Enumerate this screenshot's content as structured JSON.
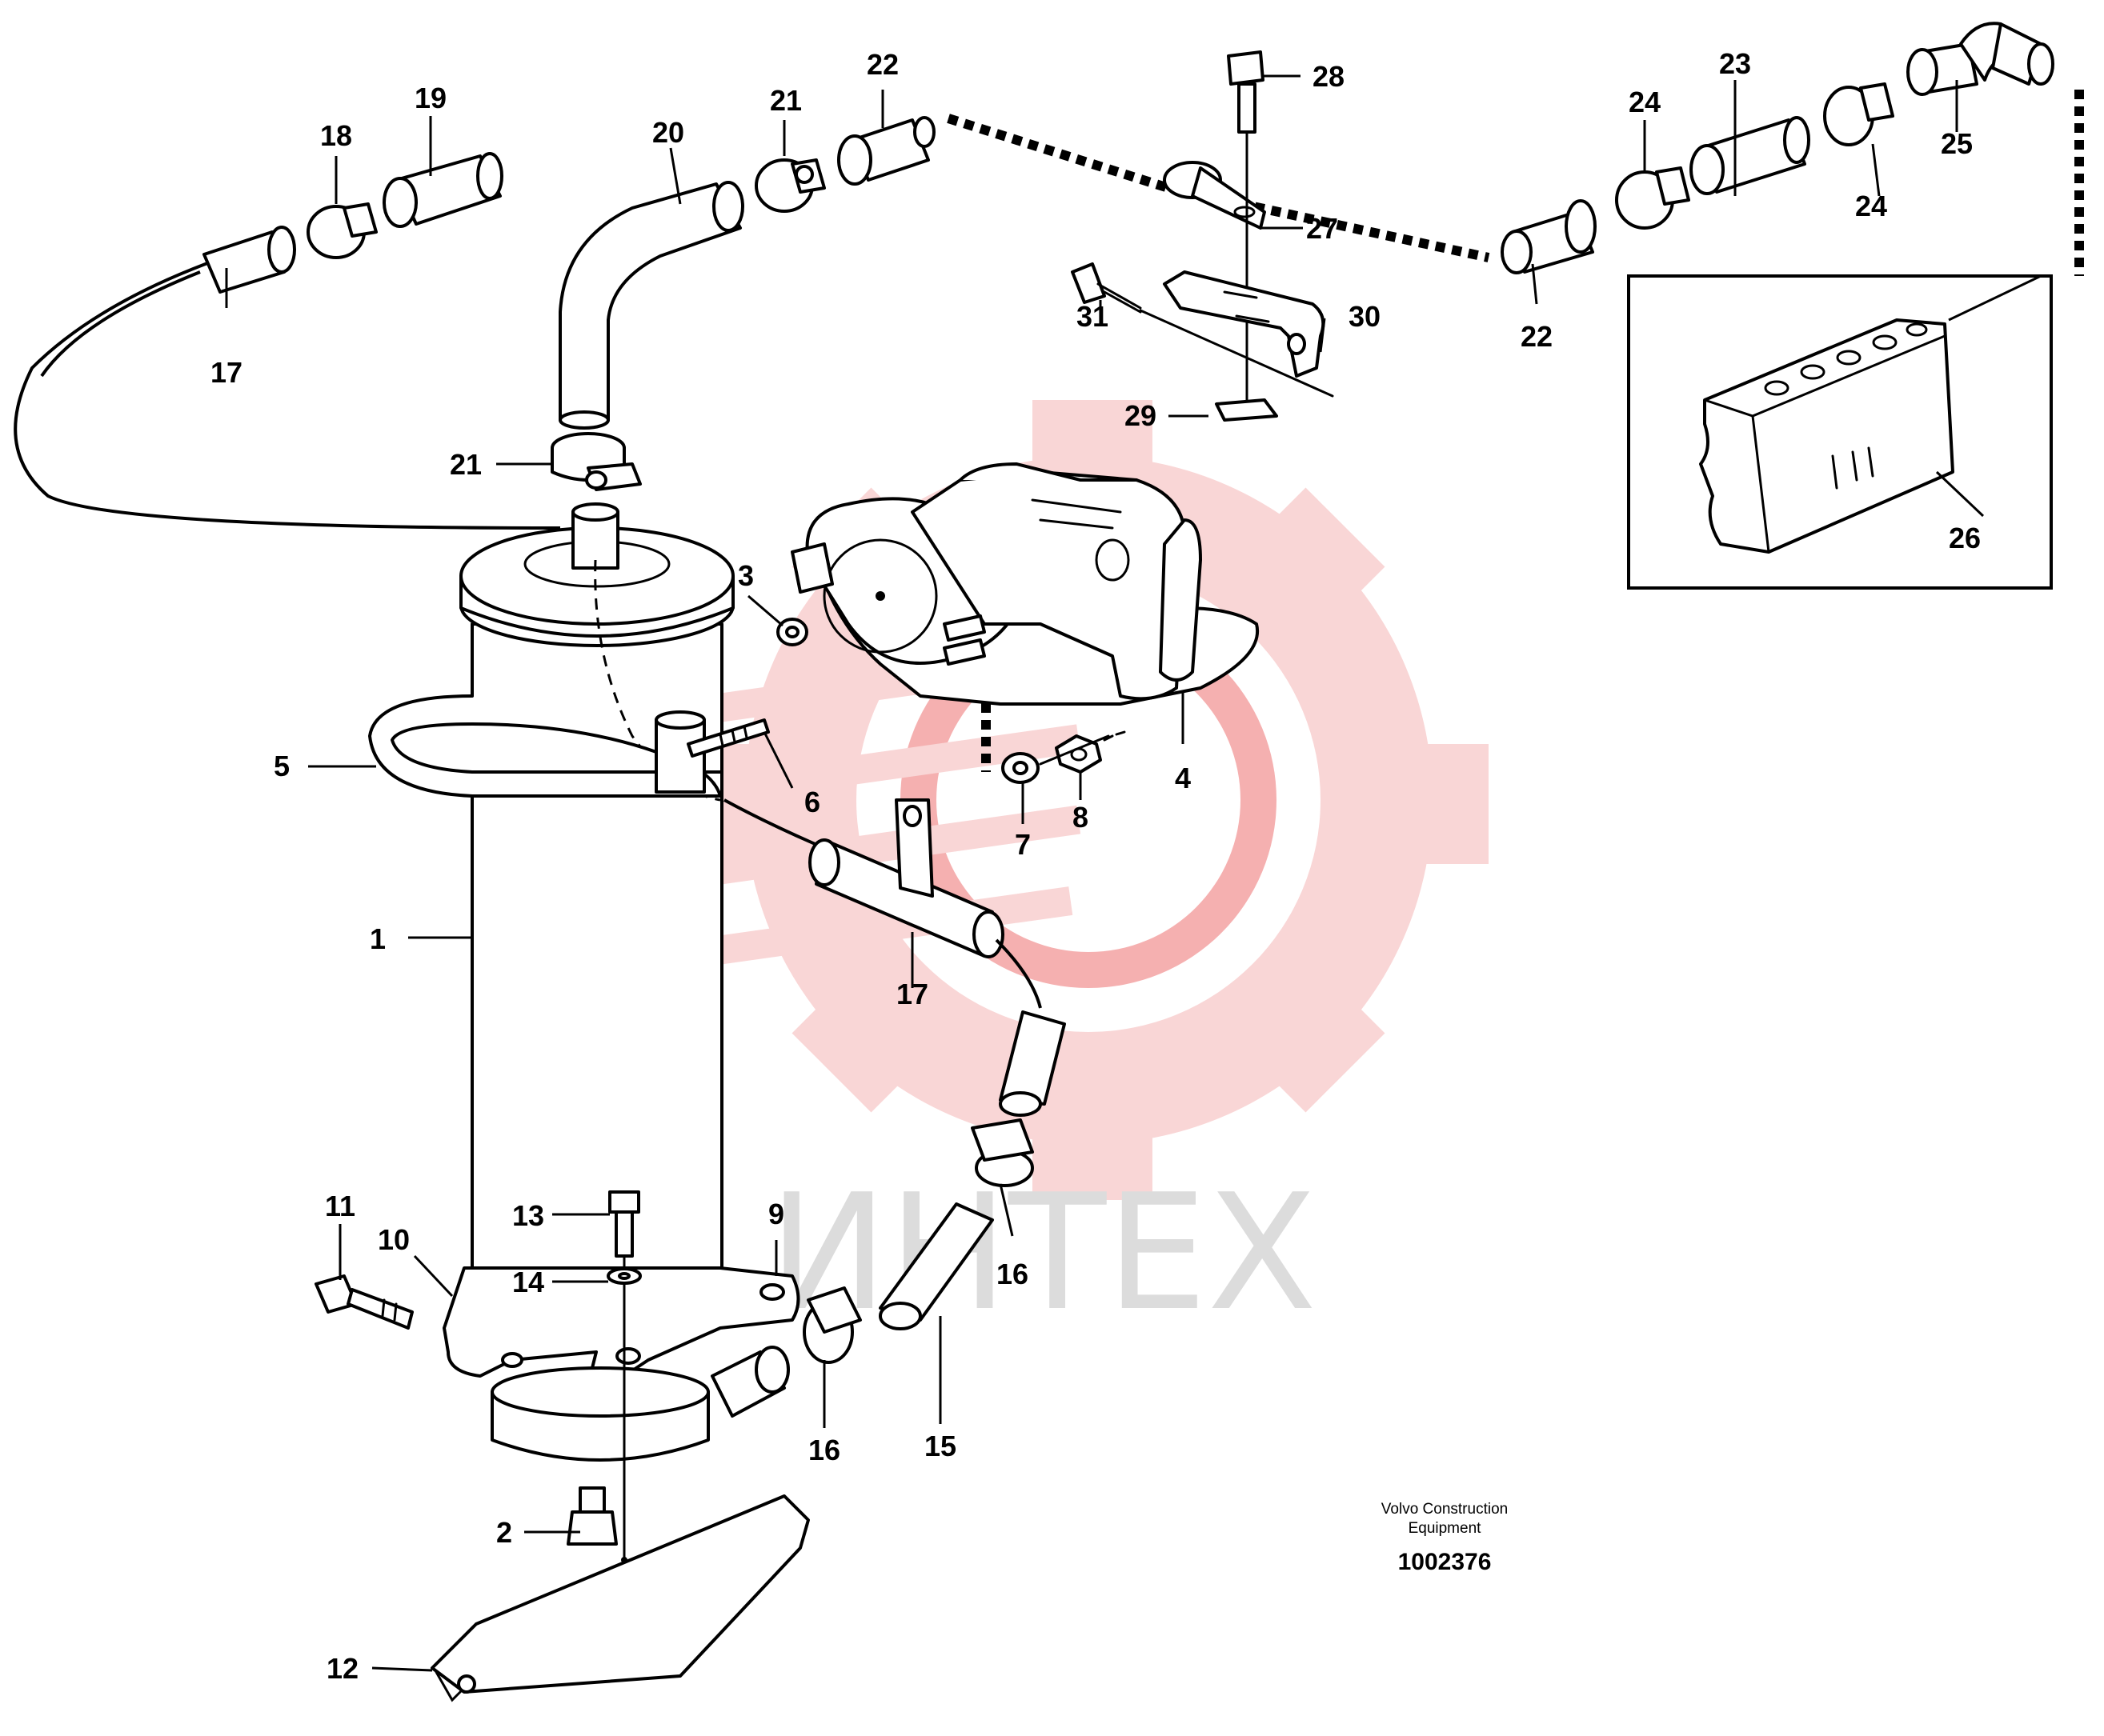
{
  "watermark": {
    "text": "ИНТЕХ",
    "gear_color": "#f9d6d6",
    "text_color": "#dcdcdc"
  },
  "caption": {
    "line1": "Volvo Construction",
    "line2": "Equipment",
    "doc_number": "1002376"
  },
  "callouts": [
    {
      "id": "1",
      "label": "1"
    },
    {
      "id": "2",
      "label": "2"
    },
    {
      "id": "3",
      "label": "3"
    },
    {
      "id": "4",
      "label": "4"
    },
    {
      "id": "5",
      "label": "5"
    },
    {
      "id": "6",
      "label": "6"
    },
    {
      "id": "7",
      "label": "7"
    },
    {
      "id": "8",
      "label": "8"
    },
    {
      "id": "9",
      "label": "9"
    },
    {
      "id": "10",
      "label": "10"
    },
    {
      "id": "11",
      "label": "11"
    },
    {
      "id": "12",
      "label": "12"
    },
    {
      "id": "13",
      "label": "13"
    },
    {
      "id": "14",
      "label": "14"
    },
    {
      "id": "15",
      "label": "15"
    },
    {
      "id": "16a",
      "label": "16"
    },
    {
      "id": "16b",
      "label": "16"
    },
    {
      "id": "17a",
      "label": "17"
    },
    {
      "id": "17b",
      "label": "17"
    },
    {
      "id": "18",
      "label": "18"
    },
    {
      "id": "19",
      "label": "19"
    },
    {
      "id": "20",
      "label": "20"
    },
    {
      "id": "21a",
      "label": "21"
    },
    {
      "id": "21b",
      "label": "21"
    },
    {
      "id": "22a",
      "label": "22"
    },
    {
      "id": "22b",
      "label": "22"
    },
    {
      "id": "23",
      "label": "23"
    },
    {
      "id": "24a",
      "label": "24"
    },
    {
      "id": "24b",
      "label": "24"
    },
    {
      "id": "25",
      "label": "25"
    },
    {
      "id": "26",
      "label": "26"
    },
    {
      "id": "27",
      "label": "27"
    },
    {
      "id": "28",
      "label": "28"
    },
    {
      "id": "29",
      "label": "29"
    },
    {
      "id": "30",
      "label": "30"
    },
    {
      "id": "31",
      "label": "31"
    }
  ]
}
